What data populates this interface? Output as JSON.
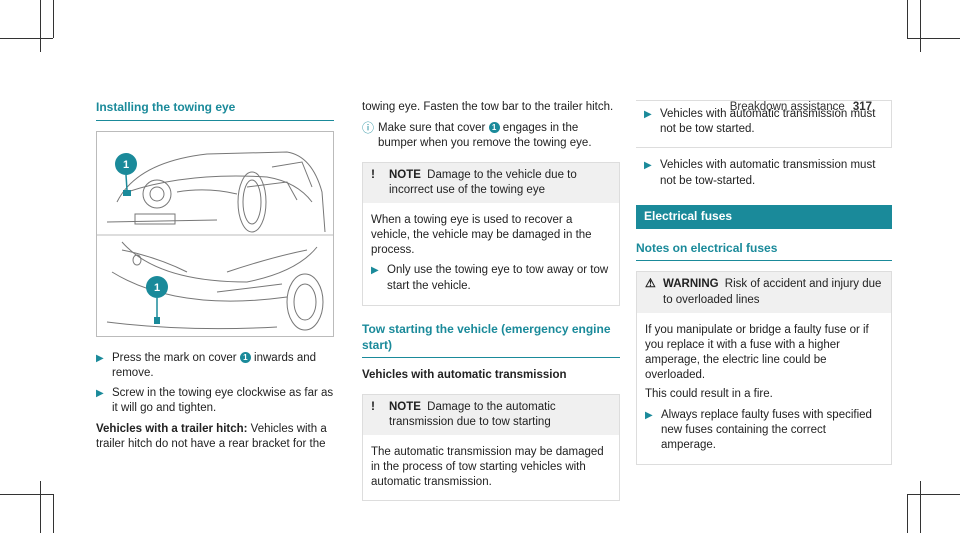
{
  "header": {
    "title": "Breakdown assistance",
    "page": "317"
  },
  "col1": {
    "title": "Installing the towing eye",
    "callout": "1",
    "steps": [
      {
        "before": "Press the mark on cover",
        "badge": "1",
        "after": "inwards and remove."
      },
      {
        "text": "Screw in the towing eye clockwise as far as it will go and tighten."
      }
    ],
    "trailer_label": "Vehicles with a trailer hitch:",
    "trailer_text": "Vehicles with a trailer hitch do not have a rear bracket for the"
  },
  "col2": {
    "intro": "towing eye. Fasten the tow bar to the trailer hitch.",
    "tip_before": "Make sure that cover",
    "tip_badge": "1",
    "tip_after": "engages in the bumper when you remove the towing eye.",
    "note1": {
      "keyword": "NOTE",
      "title": "Damage to the vehicle due to incorrect use of the towing eye",
      "body": "When a towing eye is used to recover a vehicle, the vehicle may be damaged in the process.",
      "step": "Only use the towing eye to tow away or tow start the vehicle."
    },
    "section_title": "Tow starting the vehicle (emergency engine start)",
    "sub_head": "Vehicles with automatic transmission",
    "note2": {
      "keyword": "NOTE",
      "title": "Damage to the automatic transmission due to tow starting",
      "body": "The automatic transmission may be damaged in the process of tow starting vehicles with automatic transmission."
    }
  },
  "col3": {
    "step1": "Vehicles with automatic transmission must not be tow started.",
    "step2": "Vehicles with automatic transmission must not be tow-started.",
    "band": "Electrical fuses",
    "section_title": "Notes on electrical fuses",
    "warning": {
      "keyword": "WARNING",
      "title": "Risk of accident and injury due to overloaded lines",
      "body": "If you manipulate or bridge a faulty fuse or if you replace it with a fuse with a higher amperage, the electric line could be overloaded.",
      "body2": "This could result in a fire.",
      "step": "Always replace faulty fuses with specified new fuses containing the correct amperage."
    }
  }
}
